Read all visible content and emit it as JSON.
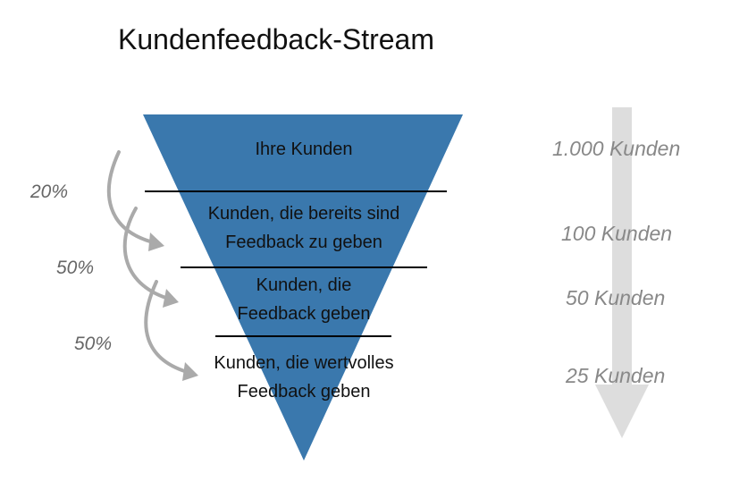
{
  "title": "Kundenfeedback-Stream",
  "funnel": {
    "color": "#3a78ad",
    "levels": [
      {
        "text_line1": "Ihre Kunden",
        "text_line2": ""
      },
      {
        "text_line1": "Kunden, die bereits sind",
        "text_line2": "Feedback zu geben"
      },
      {
        "text_line1": "Kunden, die",
        "text_line2": "Feedback geben"
      },
      {
        "text_line1": "Kunden, die wertvolles",
        "text_line2": "Feedback geben"
      }
    ]
  },
  "conversion_rates": [
    "20%",
    "50%",
    "50%"
  ],
  "counts": [
    "1.000 Kunden",
    "100 Kunden",
    "50 Kunden",
    "25 Kunden"
  ]
}
